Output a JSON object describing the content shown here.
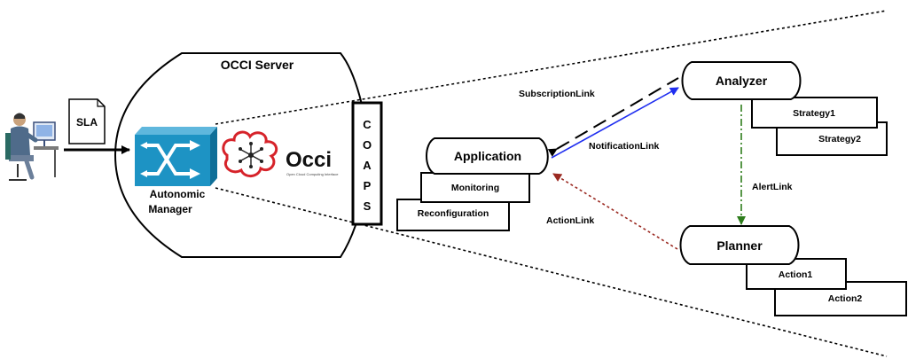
{
  "server": {
    "title": "OCCI Server"
  },
  "sla": {
    "label": "SLA"
  },
  "autonomic_manager": {
    "line1": "Autonomic",
    "line2": "Manager"
  },
  "occi_logo": {
    "wordmark": "Occi",
    "tagline": "Open Cloud Computing Interface"
  },
  "coaps": {
    "letters": [
      "C",
      "O",
      "A",
      "P",
      "S"
    ]
  },
  "application": {
    "title": "Application",
    "monitoring": "Monitoring",
    "reconfiguration": "Reconfiguration"
  },
  "analyzer": {
    "title": "Analyzer",
    "strategies": [
      "Strategy1",
      "Strategy2"
    ]
  },
  "planner": {
    "title": "Planner",
    "actions": [
      "Action1",
      "Action2"
    ]
  },
  "links": {
    "subscription": "SubscriptionLink",
    "notification": "NotificationLink",
    "alert": "AlertLink",
    "action": "ActionLink"
  },
  "colors": {
    "manager_blue": "#1d93c4",
    "notification": "#1f2ef0",
    "alert": "#2e7d1c",
    "action": "#9b2a22",
    "occi_red": "#d6232a"
  }
}
